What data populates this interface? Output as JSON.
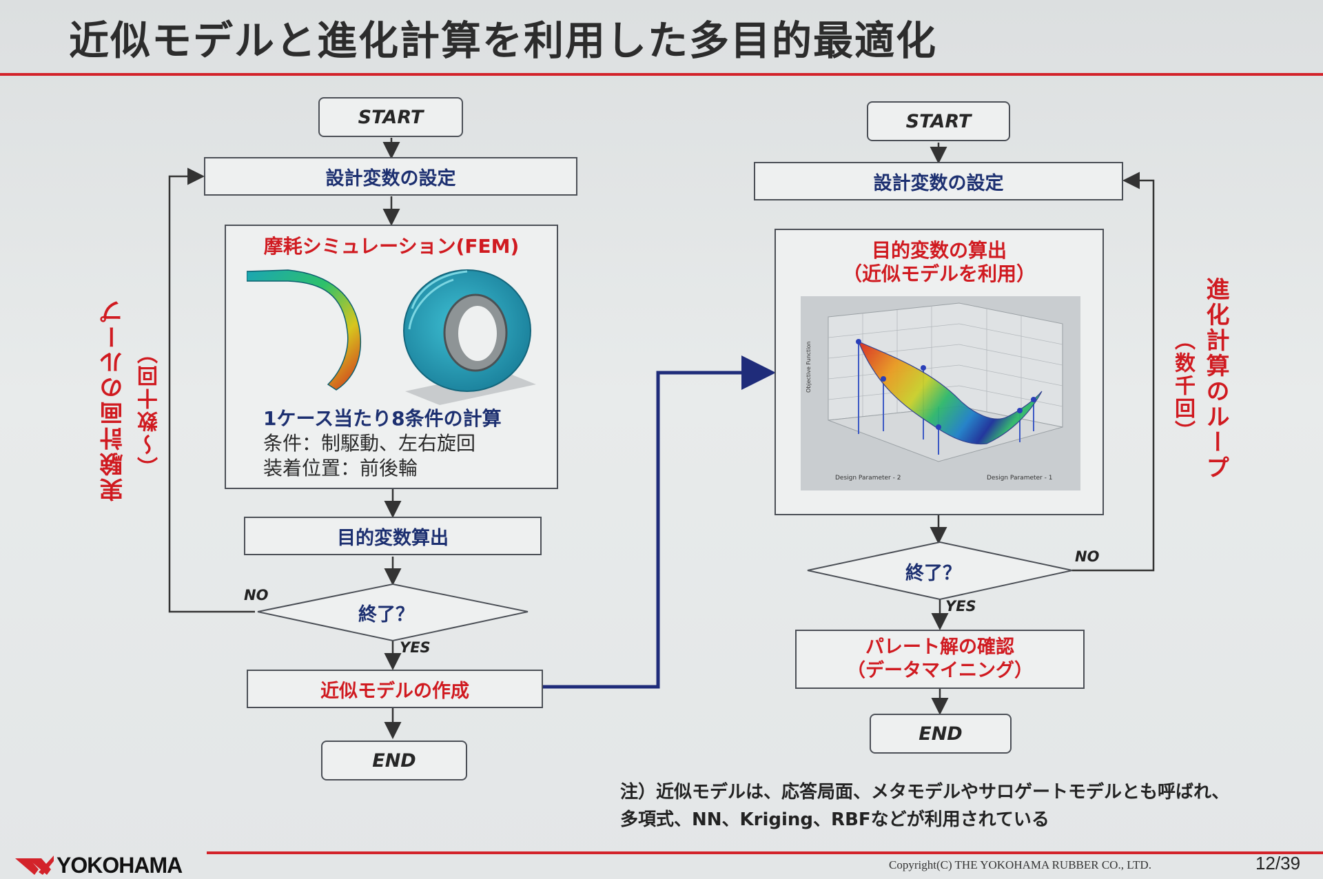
{
  "slide": {
    "title": "近似モデルと進化計算を利用した多目的最適化"
  },
  "left_flow": {
    "start": "START",
    "set_vars": "設計変数の設定",
    "fem_title": "摩耗シミュレーション(FEM)",
    "fem_line1": "1ケース当たり8条件の計算",
    "fem_line2": "条件：制駆動、左右旋回",
    "fem_line3": "装着位置：前後輪",
    "objective": "目的変数算出",
    "decision": "終了？",
    "no_label": "NO",
    "yes_label": "YES",
    "build_model": "近似モデルの作成",
    "end": "END",
    "loop_label": "実験計画のループ",
    "loop_count": "（〜数十回）"
  },
  "right_flow": {
    "start": "START",
    "set_vars": "設計変数の設定",
    "calc_title": "目的変数の算出",
    "calc_subtitle": "（近似モデルを利用）",
    "plot_xlabel": "Design Parameter - 1",
    "plot_ylabel": "Design Parameter - 2",
    "plot_zlabel": "Objective Function",
    "decision": "終了？",
    "no_label": "NO",
    "yes_label": "YES",
    "pareto_line1": "パレート解の確認",
    "pareto_line2": "（データマイニング）",
    "end": "END",
    "loop_label": "進化計算のループ",
    "loop_count": "（数千回）"
  },
  "note": {
    "line1": "注）近似モデルは、応答局面、メタモデルやサロゲートモデルとも呼ばれ、",
    "line2": "多項式、NN、Kriging、RBFなどが利用されている"
  },
  "footer": {
    "brand": "YOKOHAMA",
    "copyright": "Copyright(C) THE YOKOHAMA RUBBER CO., LTD.",
    "page": "12/39"
  },
  "colors": {
    "accent_red": "#d01a20",
    "navy": "#1c2f70",
    "link_line": "#1f2c7a"
  }
}
